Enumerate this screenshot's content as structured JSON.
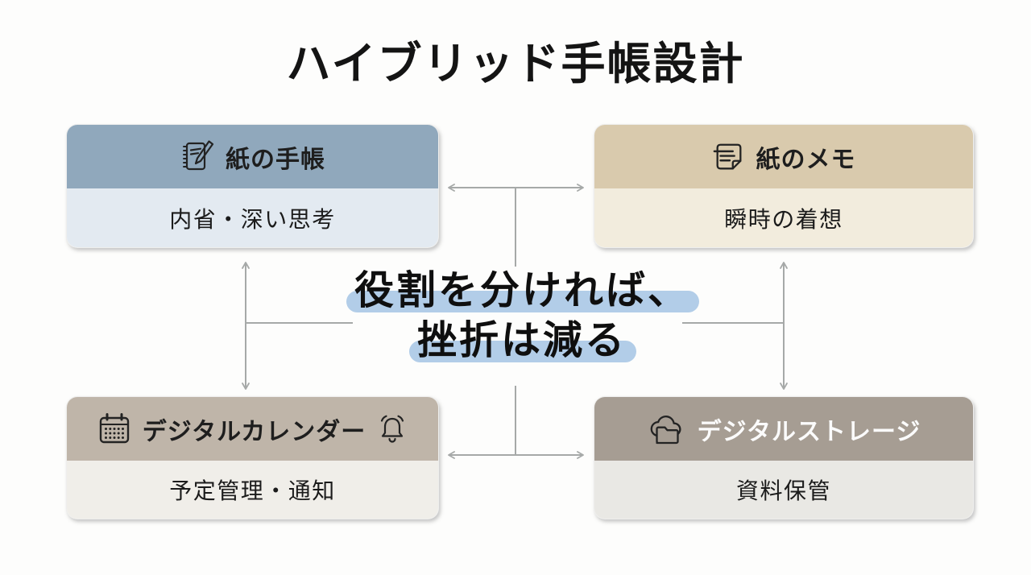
{
  "title": "ハイブリッド手帳設計",
  "center_message": {
    "line1": "役割を分ければ、",
    "line2": "挫折は減る",
    "highlight_color": "#B2CDE8"
  },
  "nodes": {
    "paper_notebook": {
      "label": "紙の手帳",
      "description": "内省・深い思考",
      "icon": "notebook-pen-icon",
      "header_color": "#90A8BC",
      "body_color": "#E3EAF1"
    },
    "paper_memo": {
      "label": "紙のメモ",
      "description": "瞬時の着想",
      "icon": "memo-icon",
      "header_color": "#D9CAAD",
      "body_color": "#F2ECDD"
    },
    "digital_calendar": {
      "label": "デジタルカレンダー",
      "description": "予定管理・通知",
      "icons": [
        "calendar-icon",
        "bell-icon"
      ],
      "header_color": "#BFB5A9",
      "body_color": "#F0EEE9"
    },
    "digital_storage": {
      "label": "デジタルストレージ",
      "description": "資料保管",
      "icon": "cloud-folder-icon",
      "header_color": "#A69D93",
      "body_color": "#E9E8E4",
      "label_color": "#FBFBFB"
    }
  },
  "connections": [
    {
      "from": "paper_notebook",
      "to": "paper_memo",
      "type": "double-arrow"
    },
    {
      "from": "paper_notebook",
      "to": "digital_calendar",
      "type": "double-arrow"
    },
    {
      "from": "paper_memo",
      "to": "digital_storage",
      "type": "double-arrow"
    },
    {
      "from": "digital_calendar",
      "to": "digital_storage",
      "type": "double-arrow"
    }
  ],
  "colors": {
    "background": "#FDFDFC",
    "arrow": "#A6A9A8",
    "title_text": "#141414"
  }
}
